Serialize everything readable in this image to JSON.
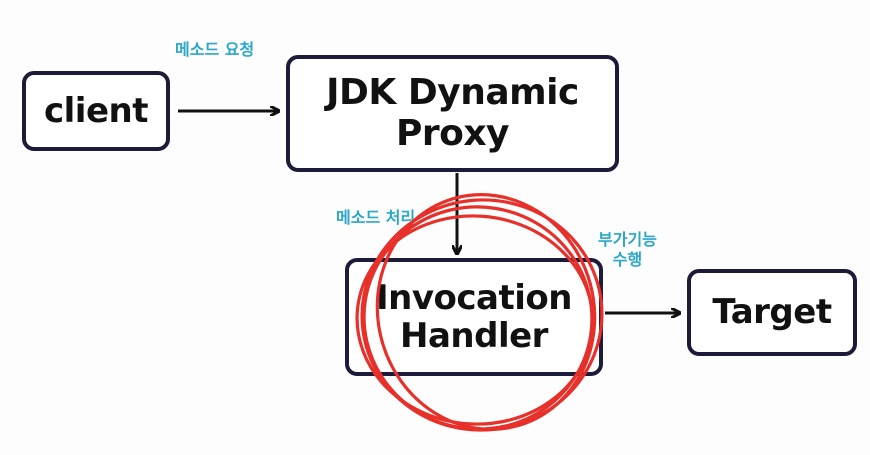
{
  "nodes": {
    "client": {
      "label": "client"
    },
    "proxy": {
      "line1": "JDK Dynamic",
      "line2": "Proxy"
    },
    "handler": {
      "line1": "Invocation",
      "line2": "Handler"
    },
    "target": {
      "label": "Target"
    }
  },
  "edges": {
    "client_to_proxy": "메소드 요청",
    "proxy_to_handler": "메소드 처리",
    "handler_to_target_line1": "부가기능",
    "handler_to_target_line2": "수행"
  },
  "colors": {
    "box_border": "#1c1b3a",
    "label_text": "#2aa7c9",
    "highlight_circle": "#e8302a"
  }
}
